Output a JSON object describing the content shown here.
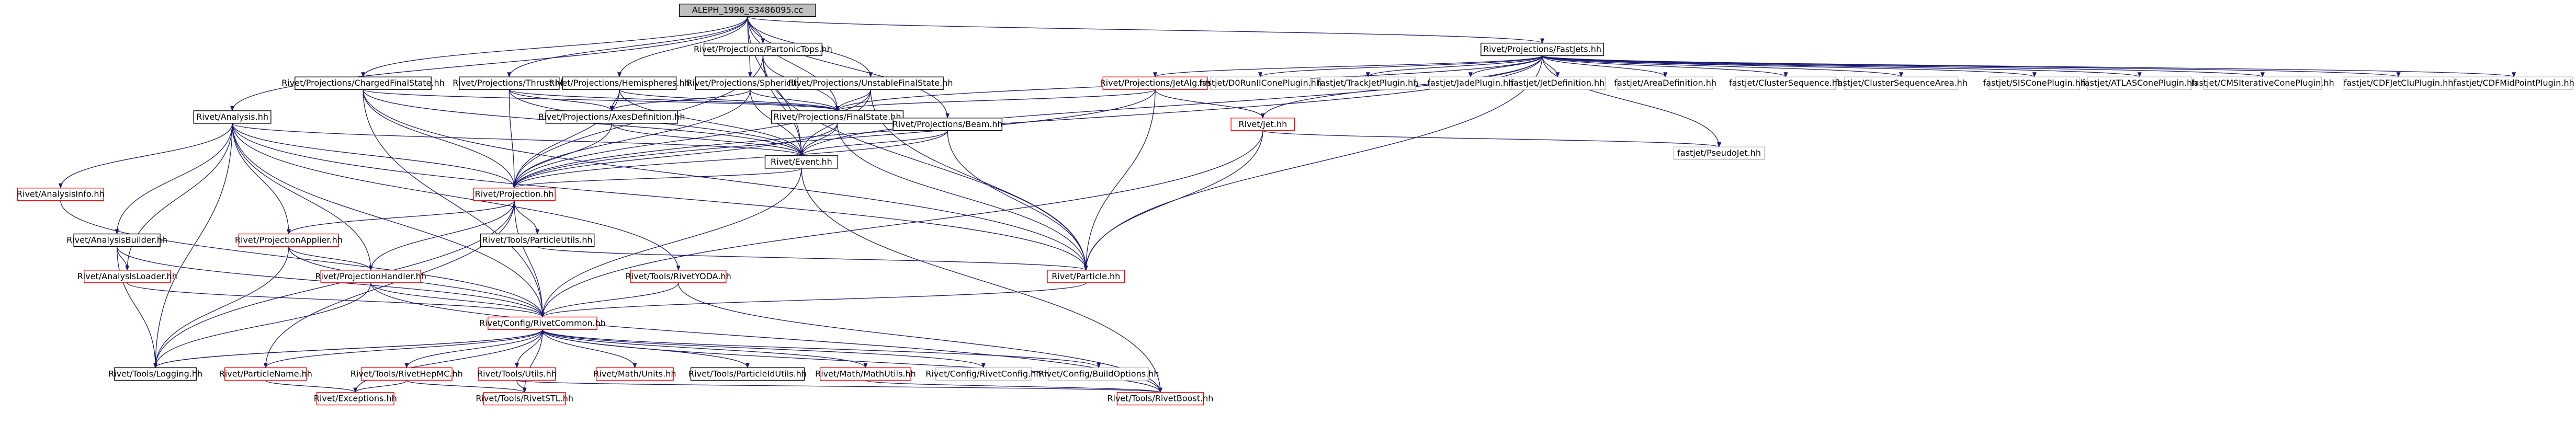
{
  "colors": {
    "root_fill": "#bfbfbf",
    "node_fill": "#ffffff",
    "node_border_black": "#000000",
    "node_border_red": "#ff0000",
    "node_border_gray": "#bfbfbf",
    "edge": "#191970",
    "text_black": "#000000"
  },
  "nodes": [
    {
      "id": "root",
      "label": "ALEPH_1996_S3486095.cc",
      "style": "root"
    },
    {
      "id": "partonic",
      "label": "Rivet/Projections/PartonicTops.hh",
      "style": "black"
    },
    {
      "id": "fastjets",
      "label": "Rivet/Projections/FastJets.hh",
      "style": "black"
    },
    {
      "id": "chargedfs",
      "label": "Rivet/Projections/ChargedFinalState.hh",
      "style": "black"
    },
    {
      "id": "thrust",
      "label": "Rivet/Projections/Thrust.hh",
      "style": "black"
    },
    {
      "id": "hemispheres",
      "label": "Rivet/Projections/Hemispheres.hh",
      "style": "black"
    },
    {
      "id": "sphericity",
      "label": "Rivet/Projections/Sphericity.hh",
      "style": "black"
    },
    {
      "id": "unstablefs",
      "label": "Rivet/Projections/UnstableFinalState.hh",
      "style": "black"
    },
    {
      "id": "jetalg",
      "label": "Rivet/Projections/JetAlg.hh",
      "style": "red"
    },
    {
      "id": "cdfmidpoint",
      "label": "fastjet/CDFMidPointPlugin.hh",
      "style": "gray"
    },
    {
      "id": "cdfjetclu",
      "label": "fastjet/CDFJetCluPlugin.hh",
      "style": "gray"
    },
    {
      "id": "cmsitcone",
      "label": "fastjet/CMSIterativeConePlugin.hh",
      "style": "gray"
    },
    {
      "id": "atlascone",
      "label": "fastjet/ATLASConePlugin.hh",
      "style": "gray"
    },
    {
      "id": "siscone",
      "label": "fastjet/SISConePlugin.hh",
      "style": "gray"
    },
    {
      "id": "clusterseqarea",
      "label": "fastjet/ClusterSequenceArea.hh",
      "style": "gray"
    },
    {
      "id": "clusterseq",
      "label": "fastjet/ClusterSequence.hh",
      "style": "gray"
    },
    {
      "id": "areadef",
      "label": "fastjet/AreaDefinition.hh",
      "style": "gray"
    },
    {
      "id": "jetdef",
      "label": "fastjet/JetDefinition.hh",
      "style": "gray"
    },
    {
      "id": "jade",
      "label": "fastjet/JadePlugin.hh",
      "style": "gray"
    },
    {
      "id": "trackjet",
      "label": "fastjet/TrackJetPlugin.hh",
      "style": "gray"
    },
    {
      "id": "d0run",
      "label": "fastjet/D0RunIIConePlugin.hh",
      "style": "gray"
    },
    {
      "id": "analysis",
      "label": "Rivet/Analysis.hh",
      "style": "black"
    },
    {
      "id": "axesdef",
      "label": "Rivet/Projections/AxesDefinition.hh",
      "style": "black"
    },
    {
      "id": "finalstate",
      "label": "Rivet/Projections/FinalState.hh",
      "style": "black"
    },
    {
      "id": "beam",
      "label": "Rivet/Projections/Beam.hh",
      "style": "black"
    },
    {
      "id": "rivetjet",
      "label": "Rivet/Jet.hh",
      "style": "red"
    },
    {
      "id": "pseudojet",
      "label": "fastjet/PseudoJet.hh",
      "style": "gray"
    },
    {
      "id": "event",
      "label": "Rivet/Event.hh",
      "style": "black"
    },
    {
      "id": "analysisinfo",
      "label": "Rivet/AnalysisInfo.hh",
      "style": "red"
    },
    {
      "id": "projection",
      "label": "Rivet/Projection.hh",
      "style": "red"
    },
    {
      "id": "analysisbuilder",
      "label": "Rivet/AnalysisBuilder.hh",
      "style": "black"
    },
    {
      "id": "projapplier",
      "label": "Rivet/ProjectionApplier.hh",
      "style": "red"
    },
    {
      "id": "particleutils",
      "label": "Rivet/Tools/ParticleUtils.hh",
      "style": "black"
    },
    {
      "id": "analysisloader",
      "label": "Rivet/AnalysisLoader.hh",
      "style": "red"
    },
    {
      "id": "projhandler",
      "label": "Rivet/ProjectionHandler.hh",
      "style": "red"
    },
    {
      "id": "rivetyoda",
      "label": "Rivet/Tools/RivetYODA.hh",
      "style": "red"
    },
    {
      "id": "particle",
      "label": "Rivet/Particle.hh",
      "style": "red"
    },
    {
      "id": "rivetcommon",
      "label": "Rivet/Config/RivetCommon.hh",
      "style": "red"
    },
    {
      "id": "logging",
      "label": "Rivet/Tools/Logging.hh",
      "style": "black"
    },
    {
      "id": "particlename",
      "label": "Rivet/ParticleName.hh",
      "style": "red"
    },
    {
      "id": "rivethepmc",
      "label": "Rivet/Tools/RivetHepMC.hh",
      "style": "red"
    },
    {
      "id": "toolsutils",
      "label": "Rivet/Tools/Utils.hh",
      "style": "red"
    },
    {
      "id": "mathunits",
      "label": "Rivet/Math/Units.hh",
      "style": "red"
    },
    {
      "id": "particleidutils",
      "label": "Rivet/Tools/ParticleIdUtils.hh",
      "style": "black"
    },
    {
      "id": "mathutils",
      "label": "Rivet/Math/MathUtils.hh",
      "style": "red"
    },
    {
      "id": "rivetconfig",
      "label": "Rivet/Config/RivetConfig.hh",
      "style": "gray"
    },
    {
      "id": "buildoptions",
      "label": "Rivet/Config/BuildOptions.hh",
      "style": "gray"
    },
    {
      "id": "exceptions",
      "label": "Rivet/Exceptions.hh",
      "style": "red"
    },
    {
      "id": "rivetstl",
      "label": "Rivet/Tools/RivetSTL.hh",
      "style": "red"
    },
    {
      "id": "rivetboost",
      "label": "Rivet/Tools/RivetBoost.hh",
      "style": "red"
    }
  ],
  "edges": [
    [
      "root",
      "partonic"
    ],
    [
      "root",
      "fastjets"
    ],
    [
      "root",
      "chargedfs"
    ],
    [
      "root",
      "thrust"
    ],
    [
      "root",
      "hemispheres"
    ],
    [
      "root",
      "sphericity"
    ],
    [
      "root",
      "unstablefs"
    ],
    [
      "root",
      "analysis"
    ],
    [
      "root",
      "finalstate"
    ],
    [
      "root",
      "beam"
    ],
    [
      "root",
      "event"
    ],
    [
      "partonic",
      "projection"
    ],
    [
      "partonic",
      "particle"
    ],
    [
      "partonic",
      "event"
    ],
    [
      "partonic",
      "finalstate"
    ],
    [
      "fastjets",
      "jetalg"
    ],
    [
      "fastjets",
      "cdfmidpoint"
    ],
    [
      "fastjets",
      "cdfjetclu"
    ],
    [
      "fastjets",
      "cmsitcone"
    ],
    [
      "fastjets",
      "atlascone"
    ],
    [
      "fastjets",
      "siscone"
    ],
    [
      "fastjets",
      "clusterseqarea"
    ],
    [
      "fastjets",
      "clusterseq"
    ],
    [
      "fastjets",
      "areadef"
    ],
    [
      "fastjets",
      "jetdef"
    ],
    [
      "fastjets",
      "jade"
    ],
    [
      "fastjets",
      "trackjet"
    ],
    [
      "fastjets",
      "d0run"
    ],
    [
      "fastjets",
      "finalstate"
    ],
    [
      "fastjets",
      "rivetjet"
    ],
    [
      "fastjets",
      "pseudojet"
    ],
    [
      "fastjets",
      "particle"
    ],
    [
      "fastjets",
      "projection"
    ],
    [
      "fastjets",
      "event"
    ],
    [
      "chargedfs",
      "finalstate"
    ],
    [
      "chargedfs",
      "projection"
    ],
    [
      "chargedfs",
      "event"
    ],
    [
      "chargedfs",
      "particle"
    ],
    [
      "chargedfs",
      "rivetcommon"
    ],
    [
      "thrust",
      "axesdef"
    ],
    [
      "thrust",
      "finalstate"
    ],
    [
      "thrust",
      "projection"
    ],
    [
      "thrust",
      "event"
    ],
    [
      "hemispheres",
      "axesdef"
    ],
    [
      "hemispheres",
      "finalstate"
    ],
    [
      "hemispheres",
      "projection"
    ],
    [
      "hemispheres",
      "event"
    ],
    [
      "sphericity",
      "axesdef"
    ],
    [
      "sphericity",
      "finalstate"
    ],
    [
      "sphericity",
      "projection"
    ],
    [
      "sphericity",
      "event"
    ],
    [
      "unstablefs",
      "finalstate"
    ],
    [
      "unstablefs",
      "projection"
    ],
    [
      "unstablefs",
      "particle"
    ],
    [
      "unstablefs",
      "event"
    ],
    [
      "jetalg",
      "rivetjet"
    ],
    [
      "jetalg",
      "finalstate"
    ],
    [
      "jetalg",
      "particle"
    ],
    [
      "jetalg",
      "projection"
    ],
    [
      "analysis",
      "analysisinfo"
    ],
    [
      "analysis",
      "analysisbuilder"
    ],
    [
      "analysis",
      "analysisloader"
    ],
    [
      "analysis",
      "projapplier"
    ],
    [
      "analysis",
      "projhandler"
    ],
    [
      "analysis",
      "rivetyoda"
    ],
    [
      "analysis",
      "event"
    ],
    [
      "analysis",
      "projection"
    ],
    [
      "analysis",
      "particle"
    ],
    [
      "analysis",
      "logging"
    ],
    [
      "analysis",
      "rivetcommon"
    ],
    [
      "axesdef",
      "projection"
    ],
    [
      "axesdef",
      "event"
    ],
    [
      "finalstate",
      "projection"
    ],
    [
      "finalstate",
      "particle"
    ],
    [
      "finalstate",
      "event"
    ],
    [
      "beam",
      "projection"
    ],
    [
      "beam",
      "particle"
    ],
    [
      "beam",
      "event"
    ],
    [
      "rivetjet",
      "pseudojet"
    ],
    [
      "rivetjet",
      "particle"
    ],
    [
      "rivetjet",
      "rivetcommon"
    ],
    [
      "event",
      "projection"
    ],
    [
      "event",
      "rivetcommon"
    ],
    [
      "event",
      "rivetboost"
    ],
    [
      "analysisinfo",
      "rivetcommon"
    ],
    [
      "projection",
      "projapplier"
    ],
    [
      "projection",
      "projhandler"
    ],
    [
      "projection",
      "particleutils"
    ],
    [
      "projection",
      "rivetcommon"
    ],
    [
      "projection",
      "logging"
    ],
    [
      "projection",
      "particlename"
    ],
    [
      "analysisbuilder",
      "analysisloader"
    ],
    [
      "analysisbuilder",
      "rivetcommon"
    ],
    [
      "analysisbuilder",
      "logging"
    ],
    [
      "projapplier",
      "projhandler"
    ],
    [
      "projapplier",
      "rivetcommon"
    ],
    [
      "projapplier",
      "logging"
    ],
    [
      "particleutils",
      "particle"
    ],
    [
      "analysisloader",
      "rivetcommon"
    ],
    [
      "projhandler",
      "rivetcommon"
    ],
    [
      "projhandler",
      "rivetboost"
    ],
    [
      "projhandler",
      "logging"
    ],
    [
      "rivetyoda",
      "rivetcommon"
    ],
    [
      "rivetyoda",
      "rivetboost"
    ],
    [
      "particle",
      "rivetcommon"
    ],
    [
      "rivetcommon",
      "logging"
    ],
    [
      "rivetcommon",
      "particlename"
    ],
    [
      "rivetcommon",
      "rivethepmc"
    ],
    [
      "rivetcommon",
      "toolsutils"
    ],
    [
      "rivetcommon",
      "mathunits"
    ],
    [
      "rivetcommon",
      "particleidutils"
    ],
    [
      "rivetcommon",
      "mathutils"
    ],
    [
      "rivetcommon",
      "rivetconfig"
    ],
    [
      "rivetcommon",
      "buildoptions"
    ],
    [
      "rivetcommon",
      "exceptions"
    ],
    [
      "rivetcommon",
      "rivetstl"
    ],
    [
      "rivetcommon",
      "rivetboost"
    ],
    [
      "particlename",
      "exceptions"
    ],
    [
      "rivethepmc",
      "exceptions"
    ],
    [
      "rivethepmc",
      "rivetstl"
    ],
    [
      "toolsutils",
      "rivetstl"
    ],
    [
      "toolsutils",
      "rivetboost"
    ],
    [
      "mathutils",
      "rivetboost"
    ],
    [
      "logging",
      "rivetcommon"
    ]
  ]
}
